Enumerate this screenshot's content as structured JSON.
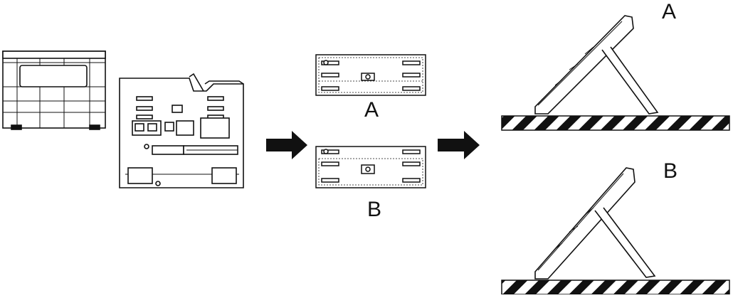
{
  "labels": {
    "slot_option_a": "A",
    "slot_option_b": "B",
    "angle_option_a": "A",
    "angle_option_b": "B"
  },
  "colors": {
    "line": "#111111",
    "fill": "#ffffff",
    "arrow": "#111111",
    "stripe": "#111111"
  },
  "icons": [
    "stand-icon",
    "phone-back-icon",
    "slot-panel-icon",
    "arrow-icon",
    "phone-side-icon",
    "desk-surface-icon"
  ]
}
